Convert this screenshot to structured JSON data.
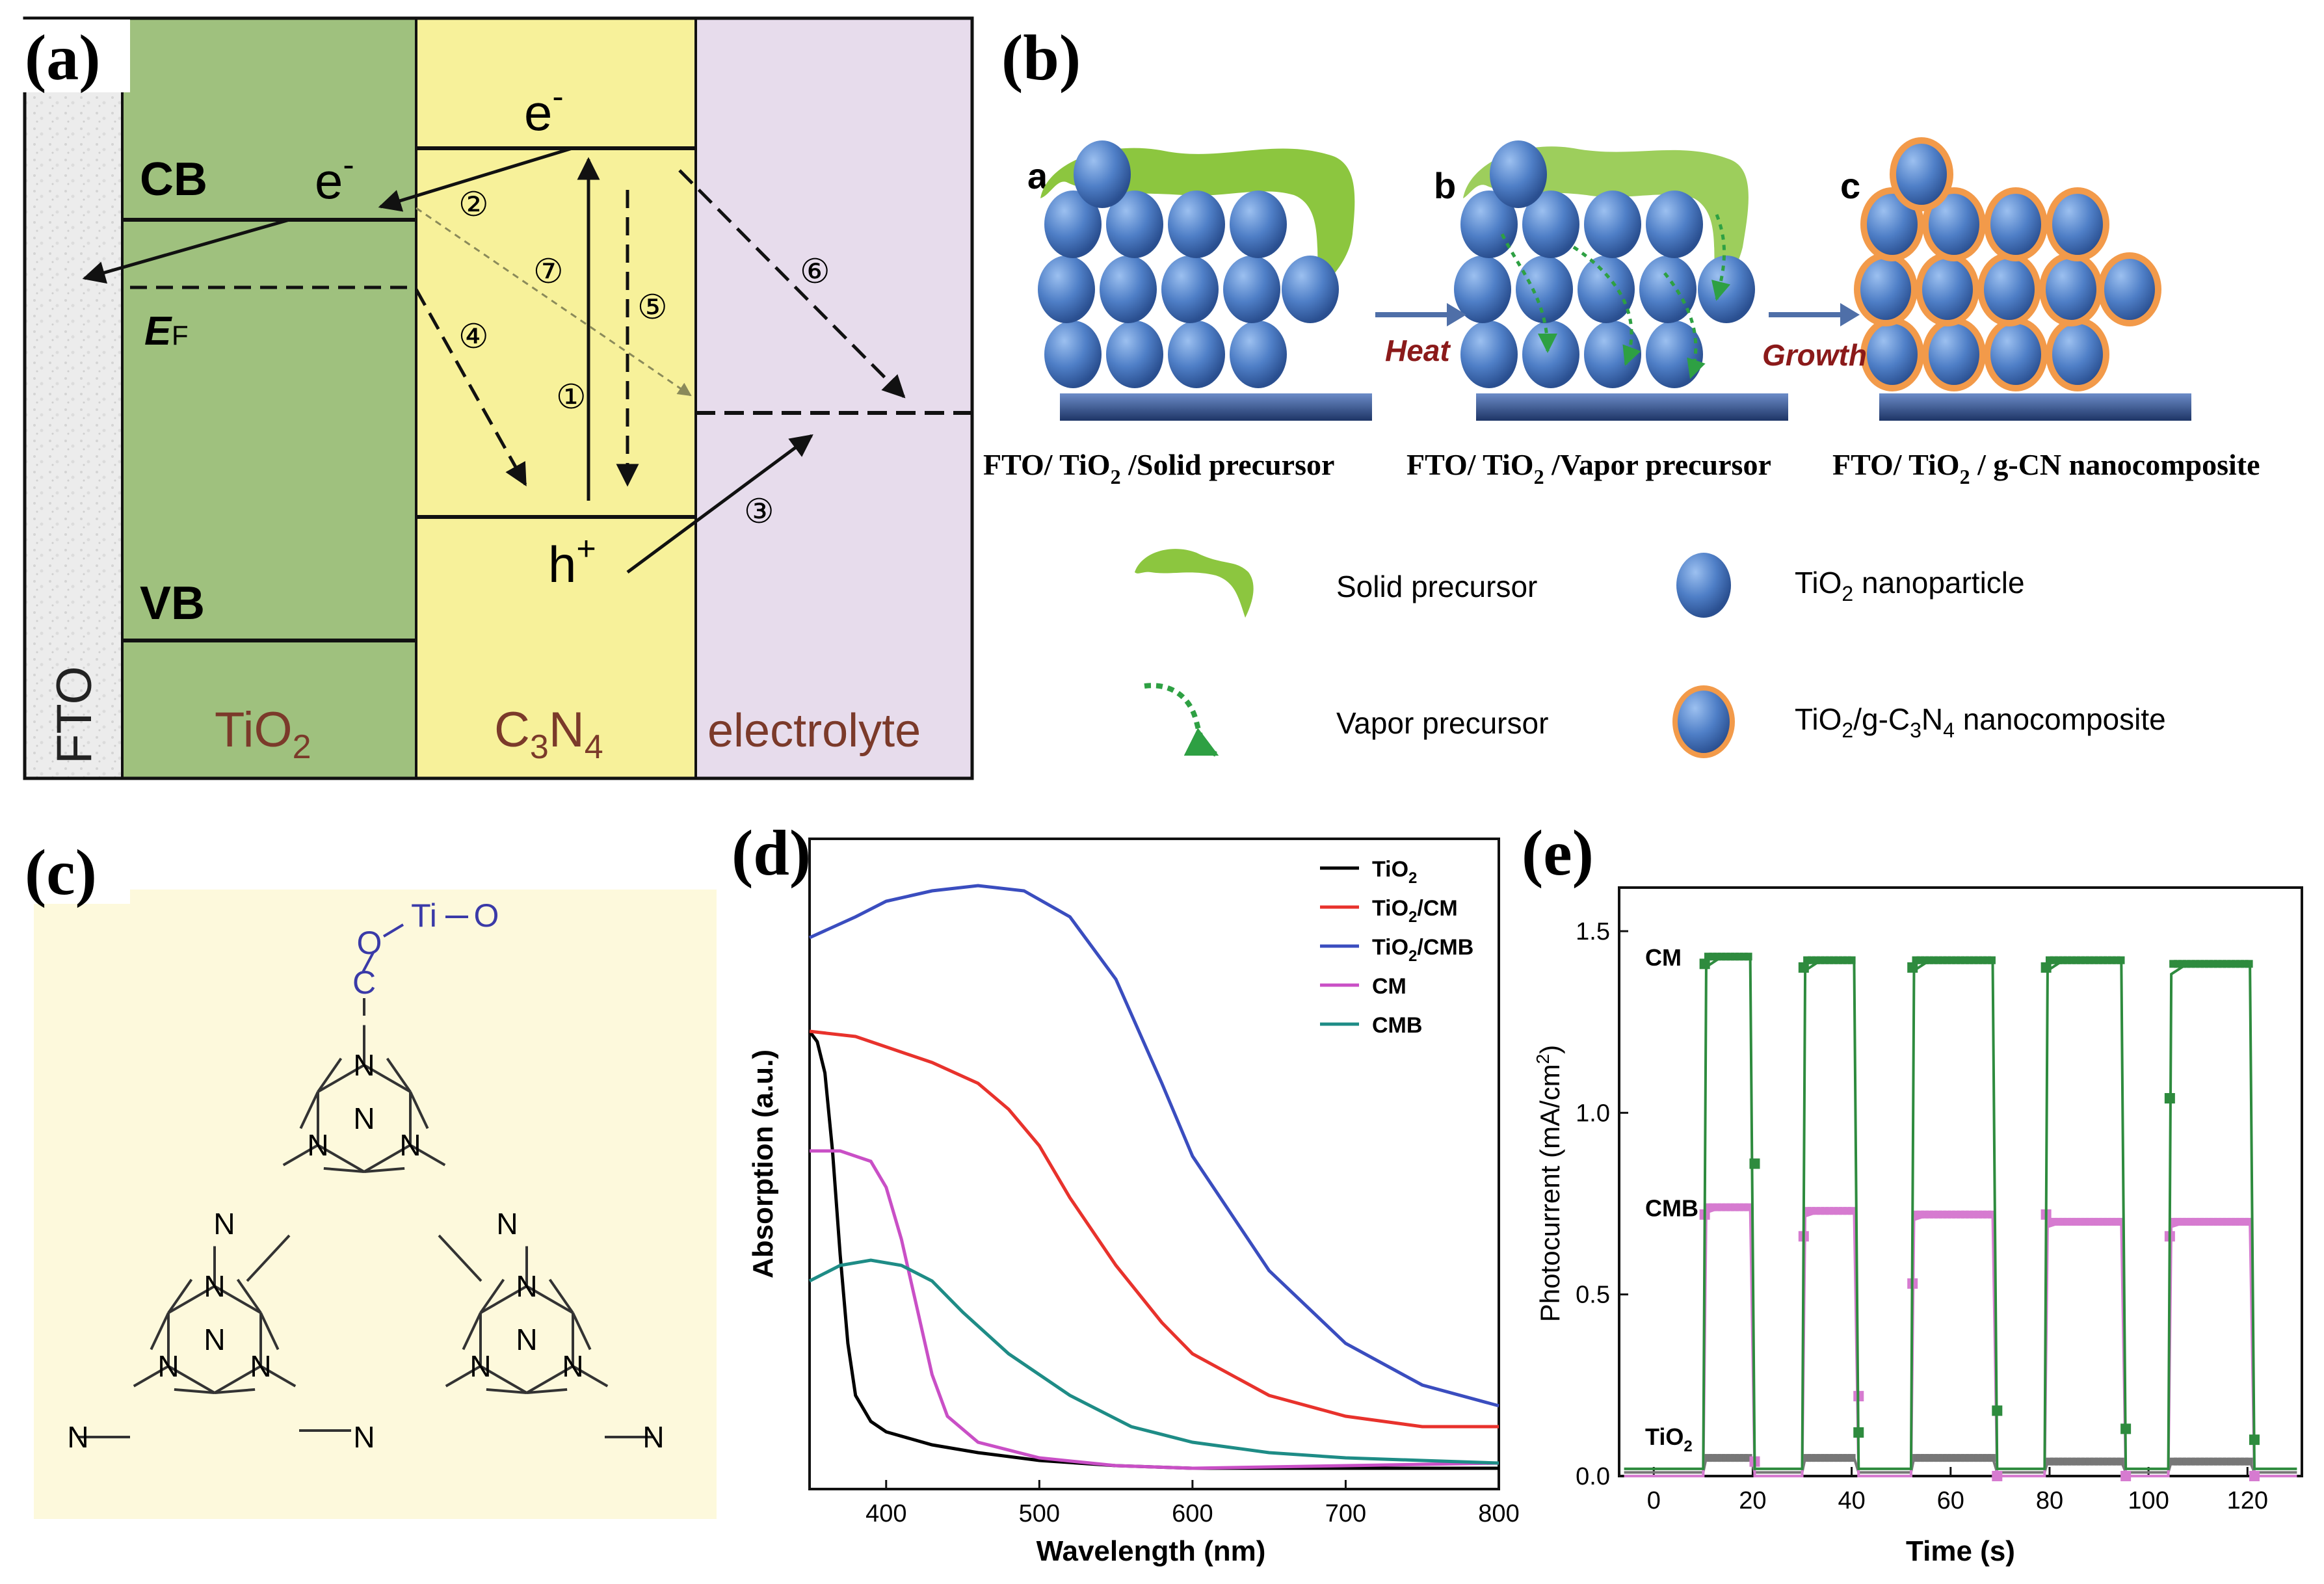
{
  "panel_labels": {
    "a": "(a)",
    "b": "(b)",
    "c": "(c)",
    "d": "(d)",
    "e": "(e)"
  },
  "panel_a": {
    "fto": "FTO",
    "cb": "CB",
    "vb": "VB",
    "ef_main": "E",
    "ef_sub": "F",
    "electron": "e",
    "minus": "-",
    "hole": "h",
    "plus": "+",
    "tio2_base": "TiO",
    "tio2_sub": "2",
    "c3n4_c": "C",
    "c3n4_3": "3",
    "c3n4_n": "N",
    "c3n4_4": "4",
    "electrolyte": "electrolyte",
    "paths": [
      "①",
      "②",
      "③",
      "④",
      "⑤",
      "⑥",
      "⑦"
    ],
    "colors": {
      "fto": "#e9e9e9",
      "tio2": "#9fc17e",
      "c3n4": "#f7f19a",
      "electrolyte": "#e7dcec",
      "label": "#7b3a2a"
    }
  },
  "panel_b": {
    "step_a": "a",
    "step_b": "b",
    "step_c": "c",
    "heat": "Heat",
    "growth": "Growth",
    "caption_a": {
      "pre": "FTO/ TiO",
      "sub": "2",
      "post": " /Solid precursor"
    },
    "caption_b": {
      "pre": "FTO/ TiO",
      "sub": "2",
      "post": " /Vapor precursor"
    },
    "caption_c": {
      "pre": "FTO/ TiO",
      "sub": "2",
      "post": " / g-CN nanocomposite"
    },
    "legend": {
      "solid": "Solid precursor",
      "vapor": "Vapor precursor",
      "tio2_np": {
        "pre": "TiO",
        "sub": "2",
        "post": " nanoparticle"
      },
      "composite": {
        "pre": "TiO",
        "sub": "2",
        "mid": "/g-C",
        "sub2": "3",
        "mid2": "N",
        "sub3": "4",
        "post": " nanocomposite"
      }
    },
    "colors": {
      "sphere": "#4f7fc7",
      "precursor": "#8cc63f",
      "shell": "#f29a4a",
      "substrate": "#2f4f8f",
      "arrow": "#4f6fa8",
      "heat_text": "#8b1a1a"
    }
  },
  "panel_c": {
    "atoms": {
      "o": "O",
      "ti": "Ti",
      "c": "C",
      "n": "N"
    },
    "colors": {
      "bg": "#fdf9dc",
      "ti_group": "#3a3aa8",
      "bond": "#333333"
    }
  },
  "panel_d": {
    "chart_data": {
      "type": "line",
      "xlabel": "Wavelength (nm)",
      "ylabel": "Absorption (a.u.)",
      "xlim": [
        350,
        800
      ],
      "xticks": [
        400,
        500,
        600,
        700,
        800
      ],
      "series": [
        {
          "name": "TiO2",
          "name_base": "TiO",
          "name_sub": "2",
          "color": "#000000",
          "x": [
            350,
            355,
            360,
            365,
            370,
            375,
            380,
            390,
            400,
            430,
            460,
            500,
            550,
            600,
            700,
            800
          ],
          "y": [
            0.88,
            0.86,
            0.8,
            0.65,
            0.45,
            0.28,
            0.18,
            0.13,
            0.11,
            0.085,
            0.07,
            0.055,
            0.045,
            0.04,
            0.04,
            0.04
          ]
        },
        {
          "name": "TiO2/CM",
          "name_base": "TiO",
          "name_sub": "2",
          "name_post": "/CM",
          "color": "#e8322c",
          "x": [
            350,
            380,
            400,
            430,
            460,
            480,
            500,
            520,
            550,
            580,
            600,
            650,
            700,
            750,
            800
          ],
          "y": [
            0.88,
            0.87,
            0.85,
            0.82,
            0.78,
            0.73,
            0.66,
            0.56,
            0.43,
            0.32,
            0.26,
            0.18,
            0.14,
            0.12,
            0.12
          ]
        },
        {
          "name": "TiO2/CMB",
          "name_base": "TiO",
          "name_sub": "2",
          "name_post": "/CMB",
          "color": "#3a4dbf",
          "x": [
            350,
            380,
            400,
            430,
            460,
            490,
            520,
            550,
            580,
            600,
            650,
            700,
            750,
            800
          ],
          "y": [
            1.06,
            1.1,
            1.13,
            1.15,
            1.16,
            1.15,
            1.1,
            0.98,
            0.78,
            0.64,
            0.42,
            0.28,
            0.2,
            0.16
          ]
        },
        {
          "name": "CM",
          "color": "#c94fc6",
          "x": [
            350,
            370,
            390,
            400,
            410,
            420,
            430,
            440,
            460,
            500,
            550,
            600,
            700,
            800
          ],
          "y": [
            0.65,
            0.65,
            0.63,
            0.58,
            0.48,
            0.35,
            0.22,
            0.14,
            0.09,
            0.06,
            0.045,
            0.04,
            0.045,
            0.05
          ]
        },
        {
          "name": "CMB",
          "color": "#1e8c86",
          "x": [
            350,
            370,
            390,
            410,
            430,
            450,
            480,
            520,
            560,
            600,
            650,
            700,
            750,
            800
          ],
          "y": [
            0.4,
            0.43,
            0.44,
            0.43,
            0.4,
            0.34,
            0.26,
            0.18,
            0.12,
            0.09,
            0.07,
            0.06,
            0.055,
            0.05
          ]
        }
      ]
    }
  },
  "panel_e": {
    "chart_data": {
      "type": "line",
      "xlabel": "Time (s)",
      "ylabel": "Photocurrent (mA/cm",
      "ylabel_sup": "2",
      "ylabel_post": ")",
      "xlim": [
        -7,
        131
      ],
      "ylim": [
        0,
        1.62
      ],
      "xticks": [
        0,
        20,
        40,
        60,
        80,
        100,
        120
      ],
      "yticks": [
        "0.0",
        "0.5",
        "1.0",
        "1.5"
      ],
      "ytick_values": [
        0.0,
        0.5,
        1.0,
        1.5
      ],
      "cycles": [
        {
          "on": 10,
          "off": 20
        },
        {
          "on": 30,
          "off": 41
        },
        {
          "on": 52,
          "off": 69
        },
        {
          "on": 79,
          "off": 95
        },
        {
          "on": 104,
          "off": 121
        }
      ],
      "series": [
        {
          "name": "CM",
          "color": "#2e8b3e",
          "on_values": [
            1.43,
            1.42,
            1.42,
            1.42,
            1.41
          ],
          "off_value": 0.02,
          "decay_marks": [
            0.86,
            0.12,
            0.18,
            0.13,
            0.1
          ],
          "rise_marks": [
            1.41,
            1.4,
            1.4,
            1.4,
            1.04
          ]
        },
        {
          "name": "CMB",
          "color": "#d67bd0",
          "on_values": [
            0.74,
            0.73,
            0.72,
            0.7,
            0.7
          ],
          "off_value": 0.0,
          "decay_marks": [
            0.04,
            0.22,
            0.0,
            0.0,
            0.0
          ],
          "rise_marks": [
            0.72,
            0.66,
            0.53,
            0.72,
            0.66
          ]
        },
        {
          "name": "TiO2",
          "name_base": "TiO",
          "name_sub": "2",
          "color": "#777777",
          "on_values": [
            0.05,
            0.05,
            0.05,
            0.04,
            0.04
          ],
          "off_value": 0.01
        }
      ]
    }
  }
}
